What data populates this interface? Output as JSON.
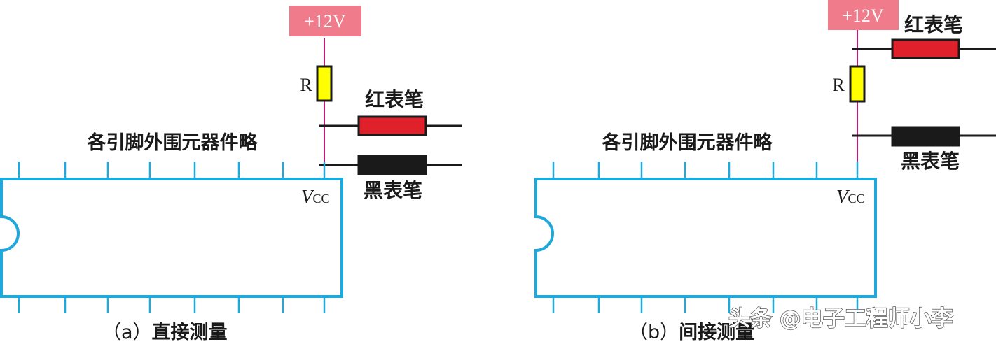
{
  "colors": {
    "chip_outline": "#1fa8dc",
    "power_wire": "#c2187a",
    "power_label_bg": "#f07b8a",
    "resistor_fill": "#ffff00",
    "red_probe": "#e0202a",
    "black_probe": "#1a1a1a",
    "lead": "#1a1a1a"
  },
  "diagram_a": {
    "power_label": "+12V",
    "resistor_label": "R",
    "red_probe_label": "红表笔",
    "black_probe_label": "黑表笔",
    "note": "各引脚外围元器件略",
    "vcc_main": "V",
    "vcc_sub": "CC",
    "caption_prefix": "（a）",
    "caption_text": "直接测量"
  },
  "diagram_b": {
    "power_label": "+12V",
    "resistor_label": "R",
    "red_probe_label": "红表笔",
    "black_probe_label": "黑表笔",
    "note": "各引脚外围元器件略",
    "vcc_main": "V",
    "vcc_sub": "CC",
    "caption_prefix": "（b）",
    "caption_text": "间接测量"
  },
  "watermark": "头条 @电子工程师小李"
}
